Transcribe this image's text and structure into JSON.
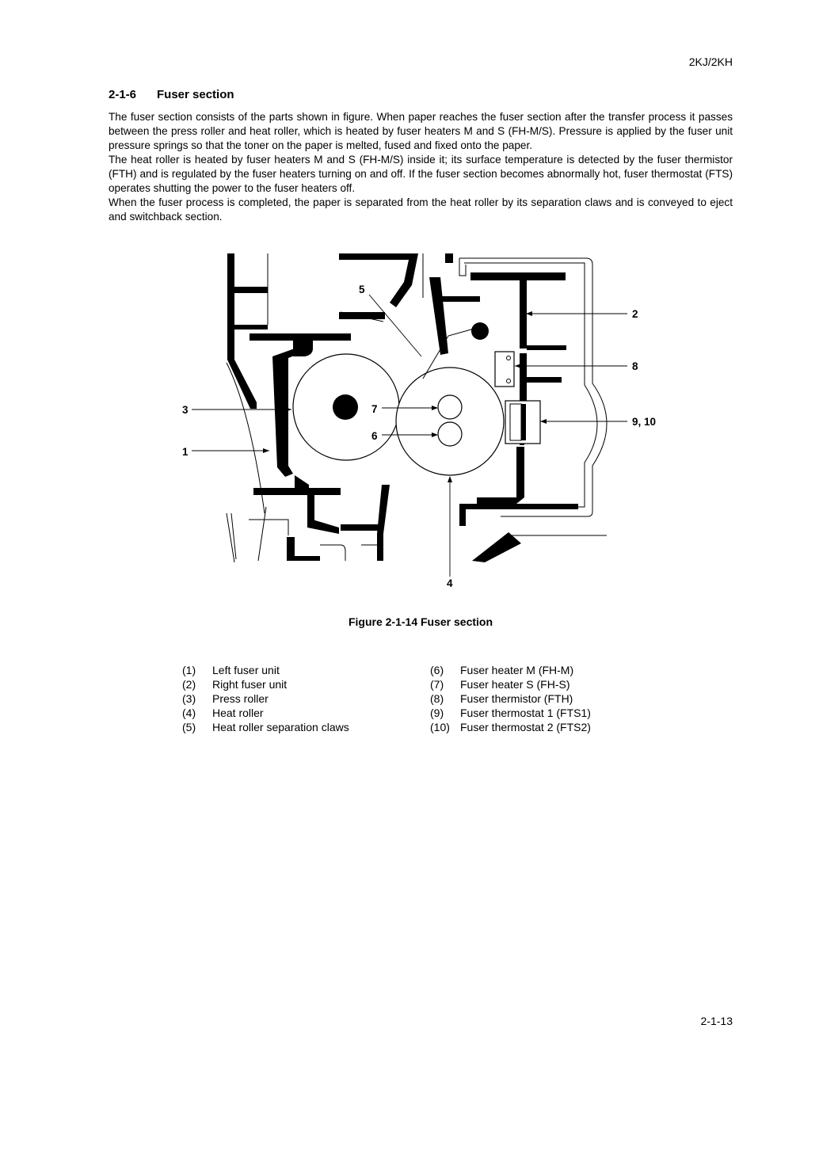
{
  "header": {
    "doc_code": "2KJ/2KH"
  },
  "section": {
    "number": "2-1-6",
    "title": "Fuser section",
    "paragraphs": [
      "The fuser section consists of the parts shown in figure. When paper reaches the fuser section after the transfer process it passes between the press roller and heat roller, which is heated by fuser heaters M and S (FH-M/S). Pressure is applied by the fuser unit pressure springs so that the toner on the paper is melted, fused and fixed onto the paper.",
      "The heat roller is heated by fuser heaters M and S (FH-M/S) inside it; its surface temperature is detected by the fuser thermistor (FTH) and is regulated by the fuser heaters turning on and off. If the fuser section becomes abnormally hot, fuser thermostat (FTS) operates shutting the power to the fuser heaters off.",
      "When the fuser process is completed, the paper is separated from the heat roller by its separation claws and is conveyed to eject and switchback section."
    ]
  },
  "figure": {
    "callouts": {
      "c1": "1",
      "c2": "2",
      "c3": "3",
      "c4": "4",
      "c5": "5",
      "c6": "6",
      "c7": "7",
      "c8": "8",
      "c910": "9, 10"
    },
    "caption": "Figure 2-1-14 Fuser section"
  },
  "legend": {
    "left": [
      {
        "idx": "(1)",
        "label": "Left fuser unit"
      },
      {
        "idx": "(2)",
        "label": "Right fuser unit"
      },
      {
        "idx": "(3)",
        "label": "Press roller"
      },
      {
        "idx": "(4)",
        "label": "Heat roller"
      },
      {
        "idx": "(5)",
        "label": "Heat roller separation claws"
      }
    ],
    "right": [
      {
        "idx": "(6)",
        "label": "Fuser heater M (FH-M)"
      },
      {
        "idx": "(7)",
        "label": "Fuser heater S (FH-S)"
      },
      {
        "idx": "(8)",
        "label": "Fuser thermistor (FTH)"
      },
      {
        "idx": "(9)",
        "label": "Fuser thermostat 1 (FTS1)"
      },
      {
        "idx": "(10)",
        "label": "Fuser thermostat 2 (FTS2)"
      }
    ]
  },
  "footer": {
    "page_number": "2-1-13"
  }
}
